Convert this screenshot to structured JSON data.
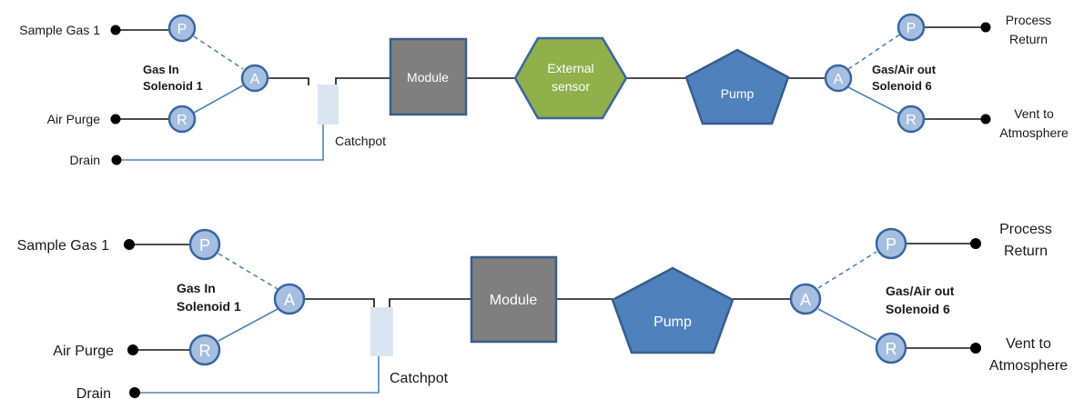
{
  "diagram_top": {
    "inputs": {
      "sample_gas": "Sample Gas 1",
      "air_purge": "Air Purge",
      "drain": "Drain"
    },
    "gas_in_solenoid": {
      "line1": "Gas In",
      "line2": "Solenoid 1"
    },
    "ports": {
      "p": "P",
      "a": "A",
      "r": "R"
    },
    "catchpot": "Catchpot",
    "module": "Module",
    "external_sensor": {
      "line1": "External",
      "line2": "sensor"
    },
    "pump": "Pump",
    "gas_out_solenoid": {
      "line1": "Gas/Air out",
      "line2": "Solenoid 6"
    },
    "outputs": {
      "process_return": {
        "line1": "Process",
        "line2": "Return"
      },
      "vent": {
        "line1": "Vent to",
        "line2": "Atmosphere"
      }
    }
  },
  "diagram_bottom": {
    "inputs": {
      "sample_gas": "Sample Gas 1",
      "air_purge": "Air Purge",
      "drain": "Drain"
    },
    "gas_in_solenoid": {
      "line1": "Gas In",
      "line2": "Solenoid 1"
    },
    "ports": {
      "p": "P",
      "a": "A",
      "r": "R"
    },
    "catchpot": "Catchpot",
    "module": "Module",
    "pump": "Pump",
    "gas_out_solenoid": {
      "line1": "Gas/Air out",
      "line2": "Solenoid 6"
    },
    "outputs": {
      "process_return": {
        "line1": "Process",
        "line2": "Return"
      },
      "vent": {
        "line1": "Vent to",
        "line2": "Atmosphere"
      }
    }
  }
}
